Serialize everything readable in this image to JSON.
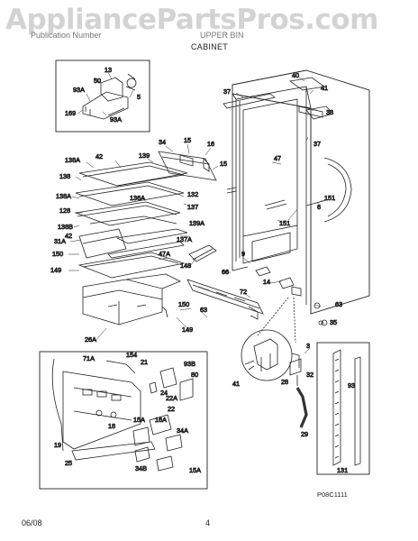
{
  "watermark": "AppliancePartsPros.com",
  "header": {
    "left": "Publication Number",
    "right": "UPPER BIN",
    "section": "CABINET"
  },
  "footer": {
    "date": "06/08",
    "page": "4"
  },
  "diagram_code": "P08C1111",
  "callouts": [
    "13",
    "50",
    "5",
    "93A",
    "169",
    "93A",
    "40",
    "37",
    "41",
    "38",
    "37",
    "34",
    "15",
    "16",
    "15",
    "47",
    "139",
    "42",
    "138A",
    "138",
    "138A",
    "136A",
    "132",
    "137",
    "6",
    "151",
    "151",
    "128",
    "138B",
    "139A",
    "42",
    "137A",
    "31A",
    "47A",
    "150",
    "148",
    "66",
    "9",
    "149",
    "14",
    "72",
    "63",
    "150",
    "63",
    "35",
    "26A",
    "149",
    "3",
    "154",
    "93B",
    "71A",
    "21",
    "80",
    "32",
    "41",
    "28",
    "24",
    "22",
    "22A",
    "93",
    "16A",
    "15A",
    "34A",
    "18",
    "19",
    "25",
    "34B",
    "15A",
    "29",
    "131"
  ]
}
